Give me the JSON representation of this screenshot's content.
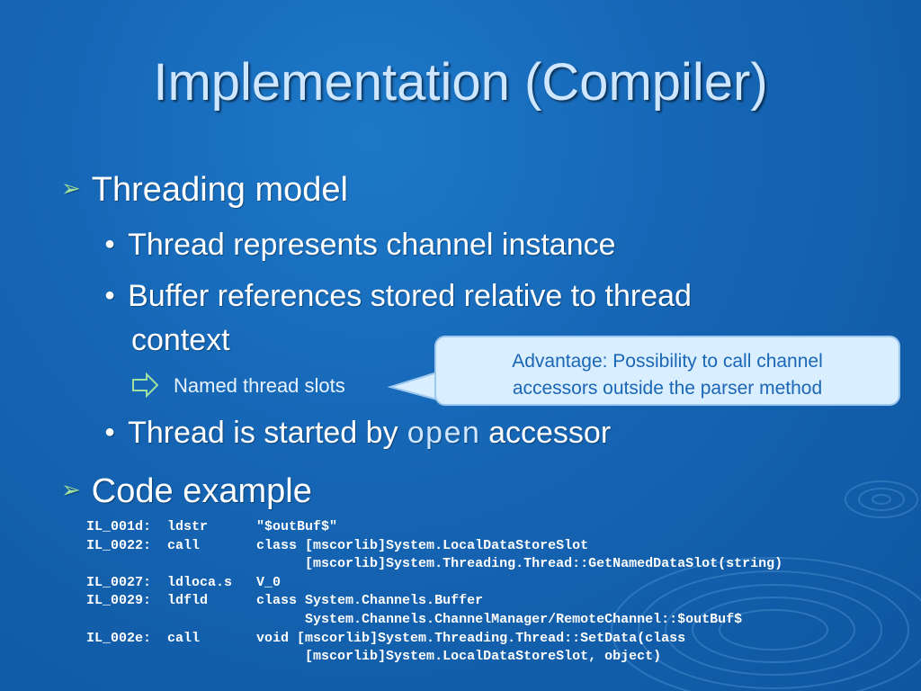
{
  "slide": {
    "title": "Implementation (Compiler)",
    "bullets": {
      "threading_model": "Threading model",
      "thread_represents": "Thread represents channel instance",
      "buffer_refs_1": "Buffer references stored relative to thread",
      "buffer_refs_2": "context",
      "named_slots": "Named thread slots",
      "thread_started_prefix": "Thread is started by ",
      "thread_started_code": "open",
      "thread_started_suffix": " accessor",
      "code_example": "Code example"
    },
    "callout": {
      "line1": "Advantage: Possibility to call channel",
      "line2": "accessors outside the parser method"
    },
    "code_lines": [
      "IL_001d:  ldstr      \"$outBuf$\"",
      "IL_0022:  call       class [mscorlib]System.LocalDataStoreSlot",
      "                           [mscorlib]System.Threading.Thread::GetNamedDataSlot(string)",
      "IL_0027:  ldloca.s   V_0",
      "IL_0029:  ldfld      class System.Channels.Buffer",
      "                           System.Channels.ChannelManager/RemoteChannel::$outBuf$",
      "IL_002e:  call       void [mscorlib]System.Threading.Thread::SetData(class",
      "                           [mscorlib]System.LocalDataStoreSlot, object)"
    ],
    "colors": {
      "background": "#1565b4",
      "title": "#cfe6ff",
      "callout_bg": "#d9eeff",
      "callout_text": "#1b66b5",
      "arrow": "#9fe0a0"
    }
  }
}
